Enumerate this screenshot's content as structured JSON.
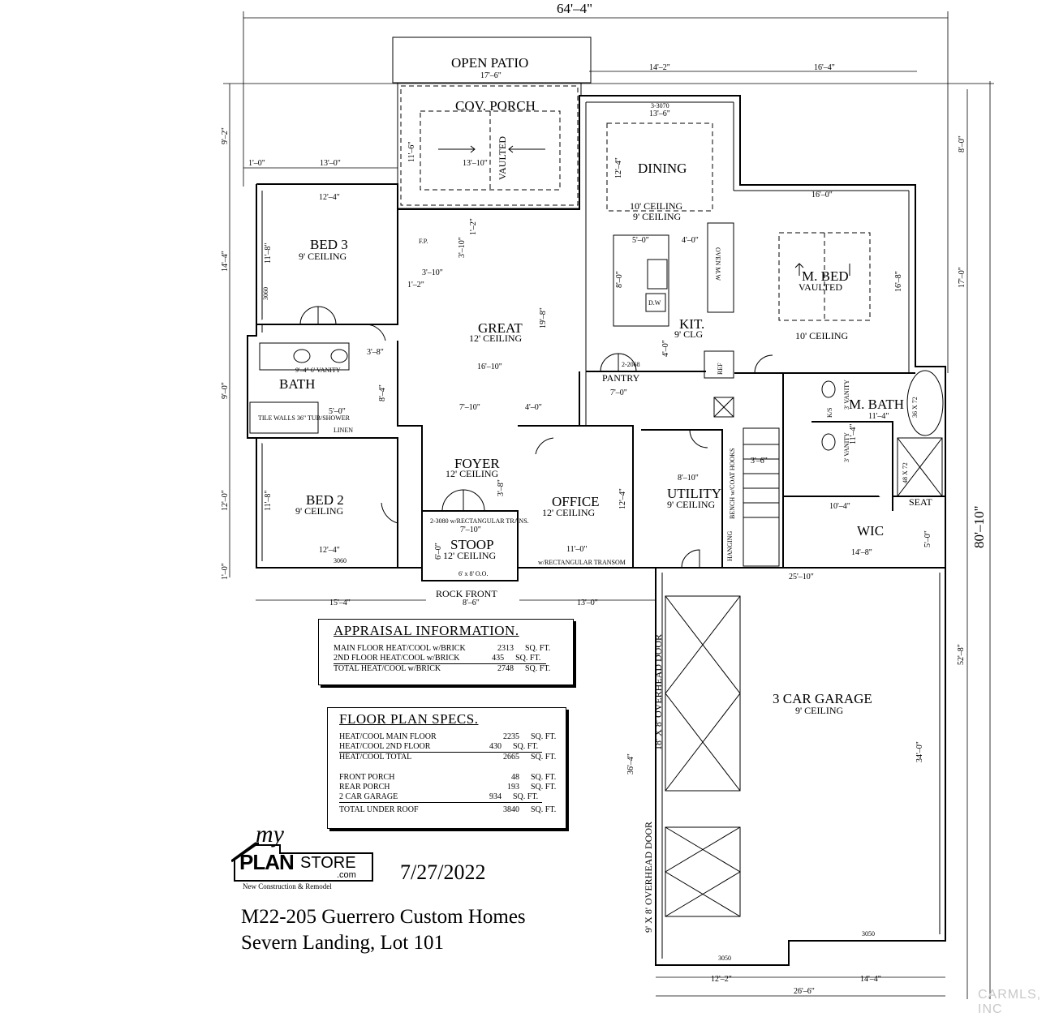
{
  "overall": {
    "width": "64'–4\"",
    "depth": "80'–10\""
  },
  "rooms": {
    "open_patio": {
      "name": "OPEN PATIO",
      "dim": "17'–6\""
    },
    "cov_porch": {
      "name": "COV. PORCH",
      "dim": "13'–10\"",
      "note": "VAULTED",
      "side": "11'–6\""
    },
    "dining": {
      "name": "DINING",
      "ceiling": "10' CEILING",
      "ceiling2": "9' CEILING",
      "dim": "13'–6\"",
      "side": "12'–4\"",
      "window": "3-3070"
    },
    "kitchen": {
      "name": "KIT.",
      "ceiling": "9' CLG",
      "island": "5'–0\"",
      "island2": "4'–0\"",
      "island_h": "8'–0\"",
      "dw": "D.W",
      "oven": "OVEN M.W",
      "ref": "REF",
      "side": "4'–0\""
    },
    "pantry": {
      "name": "PANTRY",
      "door": "2-2068"
    },
    "m_bed": {
      "name": "M. BED",
      "note": "VAULTED",
      "ceiling": "10' CEILING",
      "dim": "16'–0\"",
      "side": "16'–8\""
    },
    "m_bath": {
      "name": "M. BATH",
      "dim": "11'–4\"",
      "tub": "36 X 72",
      "shower": "48 X 72",
      "seat": "SEAT",
      "vanity1": "3' VANITY",
      "vanity2": "3' VANITY",
      "ks": "K/S",
      "side": "11'–4\""
    },
    "wic": {
      "name": "WIC",
      "dim": "10'–4\"",
      "dim2": "14'–8\"",
      "side": "5'–0\""
    },
    "utility": {
      "name": "UTILITY",
      "ceiling": "9' CEILING",
      "dim": "8'–10\"",
      "bench": "BENCH w/COAT HOOKS",
      "hanging": "HANGING"
    },
    "great": {
      "name": "GREAT",
      "ceiling": "12' CEILING",
      "dim": "16'–10\"",
      "side": "19'–8\"",
      "fp": "F.P.",
      "d1": "3'–10\"",
      "d2": "3'–10\"",
      "d3": "1'–2\"",
      "d4": "1'–2\""
    },
    "bed3": {
      "name": "BED 3",
      "ceiling": "9' CEILING",
      "dim": "12'–4\"",
      "side": "11'–8\"",
      "window": "3060"
    },
    "bath": {
      "name": "BATH",
      "vanity": "9'–4\" 6' VANITY",
      "tub": "TILE WALLS 36\" TUB/SHOWER",
      "linen": "LINEN",
      "dim": "3'–8\"",
      "dim2": "5'–0\""
    },
    "bed2": {
      "name": "BED 2",
      "ceiling": "9' CEILING",
      "dim": "12'–4\"",
      "side": "11'–8\"",
      "window": "3060"
    },
    "foyer": {
      "name": "FOYER",
      "ceiling": "12' CEILING",
      "dim": "7'–10\"",
      "dim2": "4'–0\"",
      "side": "3'–8\""
    },
    "stoop": {
      "name": "STOOP",
      "ceiling": "12' CEILING",
      "dim": "7'–10\"",
      "door": "2-3080 w/RECTANGULAR TRANS.",
      "side": "6'–0\"",
      "door2": "6' x 8' O.O."
    },
    "office": {
      "name": "OFFICE",
      "ceiling": "12' CEILING",
      "dim": "11'–0\"",
      "side": "12'–4\"",
      "window": "w/RECTANGULAR TRANSOM"
    },
    "rock_front": {
      "name": "ROCK FRONT",
      "dim": "8'–6\""
    },
    "garage": {
      "name": "3 CAR GARAGE",
      "ceiling": "9' CEILING",
      "door1": "18' X 8' OVERHEAD DOOR",
      "door2": "9' X 8' OVERHEAD DOOR",
      "side": "34'–0\"",
      "side2": "36'–4\"",
      "side3": "52'–8\"",
      "win1": "3050",
      "win2": "3050"
    }
  },
  "dimensions": {
    "top_right1": "14'–2\"",
    "top_right2": "16'–4\"",
    "left_a": "9'–2\"",
    "left_b": "14'–4\"",
    "left_c": "9'–0\"",
    "left_d": "12'–0\"",
    "left_e": "1'–0\"",
    "top_left1": "1'–0\"",
    "top_left2": "13'–0\"",
    "bottom_left": "15'–4\"",
    "bottom_mid": "13'–0\"",
    "bottom_garage1": "12'–2\"",
    "bottom_garage2": "14'–4\"",
    "bottom_garage3": "26'–6\"",
    "right_a": "8'–0\"",
    "right_b": "17'–0\"",
    "mid_garage": "25'–10\"",
    "stair": "3'–6\"",
    "fc": "7'–0\"",
    "hall": "8'–4\""
  },
  "appraisal": {
    "title": "APPRAISAL INFORMATION.",
    "rows": [
      {
        "label": "MAIN FLOOR HEAT/COOL w/BRICK",
        "value": "2313",
        "unit": "SQ. FT."
      },
      {
        "label": "2ND FLOOR HEAT/COOL w/BRICK",
        "value": "435",
        "unit": "SQ. FT."
      },
      {
        "label": "TOTAL HEAT/COOL w/BRICK",
        "value": "2748",
        "unit": "SQ. FT."
      }
    ]
  },
  "specs": {
    "title": "FLOOR PLAN SPECS.",
    "rows": [
      {
        "label": "HEAT/COOL MAIN FLOOR",
        "value": "2235",
        "unit": "SQ. FT."
      },
      {
        "label": "HEAT/COOL 2ND FLOOR",
        "value": "430",
        "unit": "SQ. FT."
      },
      {
        "label": "HEAT/COOL TOTAL",
        "value": "2665",
        "unit": "SQ. FT."
      },
      {
        "label": "FRONT PORCH",
        "value": "48",
        "unit": "SQ. FT."
      },
      {
        "label": "REAR PORCH",
        "value": "193",
        "unit": "SQ. FT."
      },
      {
        "label": "2 CAR GARAGE",
        "value": "934",
        "unit": "SQ. FT."
      },
      {
        "label": "TOTAL UNDER ROOF",
        "value": "3840",
        "unit": "SQ. FT."
      }
    ]
  },
  "logo": {
    "my": "my",
    "plan": "PLAN",
    "store": "STORE",
    "com": ".com",
    "tagline": "New Construction & Remodel"
  },
  "date": "7/27/2022",
  "title_line1": "M22-205 Guerrero Custom Homes",
  "title_line2": "Severn Landing, Lot 101",
  "watermark": "CARMLS, INC"
}
